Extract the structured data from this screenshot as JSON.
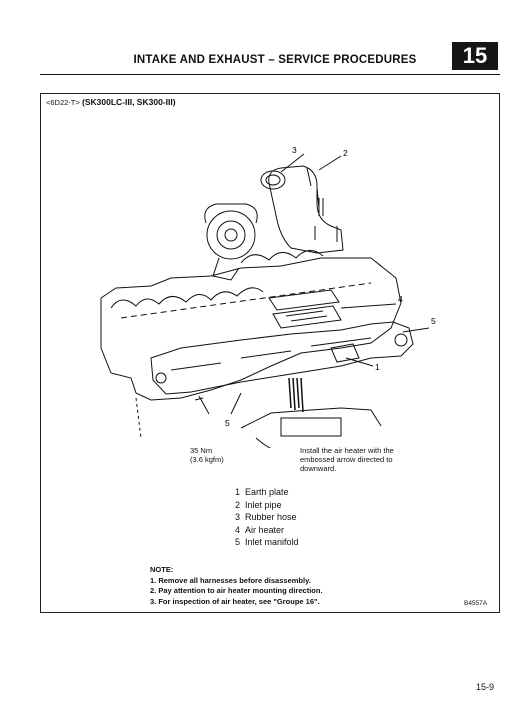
{
  "header": {
    "title": "INTAKE AND EXHAUST – SERVICE PROCEDURES",
    "section": "15"
  },
  "figure": {
    "model_prefix": "<6D22-T>",
    "models": "(SK300LC-III, SK300-III)",
    "callouts": [
      "1",
      "2",
      "3",
      "4",
      "5",
      "5"
    ],
    "torque": {
      "value": "35 Nm",
      "alt": "(3.6 kgfm)"
    },
    "install_note": [
      "Install the air heater with the",
      "embossed arrow directed to",
      "downward."
    ],
    "figure_code": "B4557A"
  },
  "parts": [
    {
      "num": "1",
      "name": "Earth plate"
    },
    {
      "num": "2",
      "name": "Inlet pipe"
    },
    {
      "num": "3",
      "name": "Rubber hose"
    },
    {
      "num": "4",
      "name": "Air heater"
    },
    {
      "num": "5",
      "name": "Inlet manifold"
    }
  ],
  "note": {
    "heading": "NOTE:",
    "items": [
      "1.  Remove all harnesses before disassembly.",
      "2.  Pay attention to air heater mounting direction.",
      "3.  For inspection of air heater, see \"Groupe 16\"."
    ]
  },
  "page_number": "15-9"
}
